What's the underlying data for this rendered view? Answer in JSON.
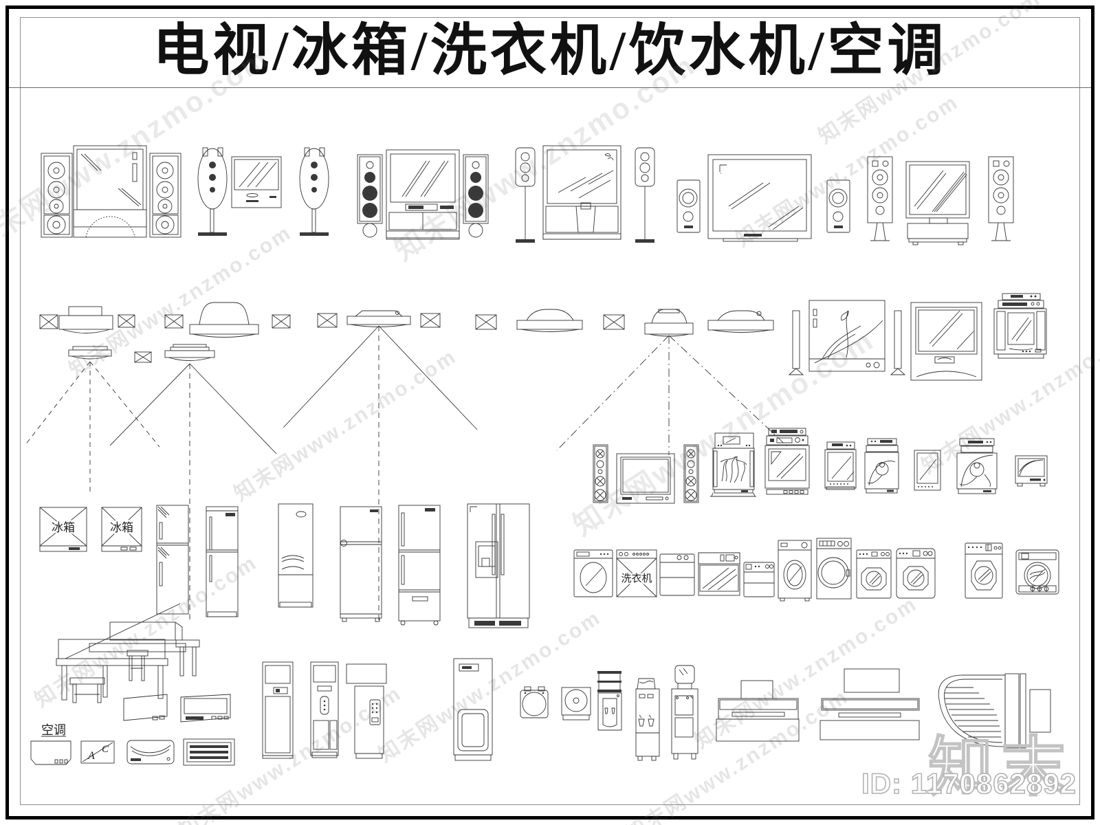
{
  "title": {
    "text": "电视/冰箱/洗衣机/饮水机/空调"
  },
  "watermark": {
    "text": "知末网www.znzmo.com",
    "brand": "知末"
  },
  "footer": {
    "id": "ID: 1170862892"
  },
  "plan_labels": {
    "fridge": "冰箱",
    "washer": "洗衣机",
    "ac": "空调",
    "ac_a": "A",
    "ac_c": "C"
  },
  "colors": {
    "ink": "#333333",
    "frame": "#000000",
    "inner_frame": "#8f8f8f",
    "watermark": "#c3c3c3",
    "paper": "#ffffff"
  },
  "catalog": {
    "row1_av_systems": [
      "hifi-stereo-system",
      "stand-speakers-with-flat-tv",
      "tower-speakers-with-crt-tv",
      "pole-speakers-with-projection-tv",
      "desk-speakers-with-widescreen-tv",
      "tower-speakers-with-tv-on-cabinet"
    ],
    "row2_ceiling": [
      "ceiling-speaker-box",
      "ceiling-projector-unit",
      "projection-cone-lines",
      "flat-tv-with-flower-art",
      "crt-tv",
      "tv-with-vcr-decks"
    ],
    "row3_tvs": [
      "tower-speakers-with-crt-tv",
      "tv-with-dvd-artwork",
      "tv-with-receiver-stack",
      "small-tv-with-dvd",
      "tv-with-bird-art",
      "small-crt-tv"
    ],
    "row4_fridges": [
      "fridge-plan-symbol",
      "two-door-fridge",
      "single-door-fridge",
      "bottom-freezer-fridge",
      "top-freezer-fridge",
      "three-door-fridge",
      "side-by-side-fridge"
    ],
    "row4_washers": [
      "front-load-washer",
      "washer-plan-symbol",
      "top-load-washer",
      "compact-washer",
      "tall-front-load-washer",
      "washer-plan-round"
    ],
    "row5_bottom": [
      "grand-piano-side",
      "wall-split-ac",
      "ac-plan-symbol",
      "louver-ac",
      "floor-standing-ac",
      "water-dispenser-plan",
      "tabletop-water-dispenser",
      "floor-water-dispenser",
      "keyboard-piano-plan",
      "upright-piano-plan",
      "grand-piano-plan"
    ]
  }
}
